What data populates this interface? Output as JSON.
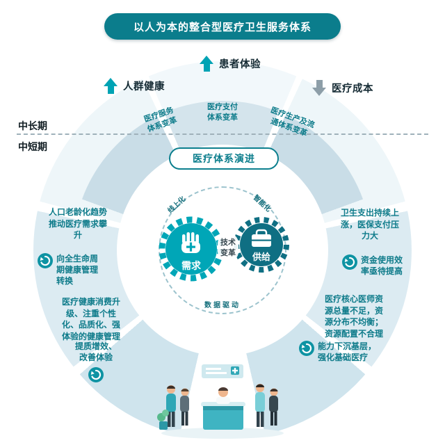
{
  "banner": {
    "title": "以人为本的整合型医疗卫生服务体系"
  },
  "outcomes": [
    {
      "label": "人群健康",
      "direction": "up"
    },
    {
      "label": "患者体验",
      "direction": "up"
    },
    {
      "label": "医疗成本",
      "direction": "down"
    }
  ],
  "timeline": {
    "mid_long": "中长期",
    "mid_short": "中短期"
  },
  "reforms": [
    {
      "line1": "医疗服务",
      "line2": "体系变革"
    },
    {
      "line1": "医疗支付",
      "line2": "体系变革"
    },
    {
      "line1": "医疗生产及流",
      "line2": "通体系变革"
    }
  ],
  "hub": {
    "pill": "医疗体系演进",
    "demand_label": "需求",
    "supply_label": "供给",
    "tech_line1": "技术",
    "tech_line2": "变革",
    "arc_left": "线上化",
    "arc_right": "智能化",
    "arc_bottom": "数据驱动"
  },
  "segments": {
    "left": {
      "text": "人口老龄化趋势推动医疗需求攀升",
      "action": "向全生命周期健康管理转换"
    },
    "right": {
      "text": "卫生支出持续上涨，医保支付压力大",
      "action": "资金使用效率亟待提高"
    },
    "bottom_left": {
      "text": "医疗健康消费升级、注重个性化、品质化、强体验的健康管理",
      "action": "提质增效、改善体验"
    },
    "bottom_right": {
      "text": "医疗核心医师资源总量不足，资源分布不均衡；资源配置不合理",
      "action": "能力下沉基层，强化基础医疗"
    }
  },
  "colors": {
    "brand_teal": "#0b7d8c",
    "accent_teal": "#00a6b7",
    "supply_teal": "#0f6f83",
    "light_ring": "#cfe4ed",
    "arrow_gray": "#8d9ea8"
  }
}
